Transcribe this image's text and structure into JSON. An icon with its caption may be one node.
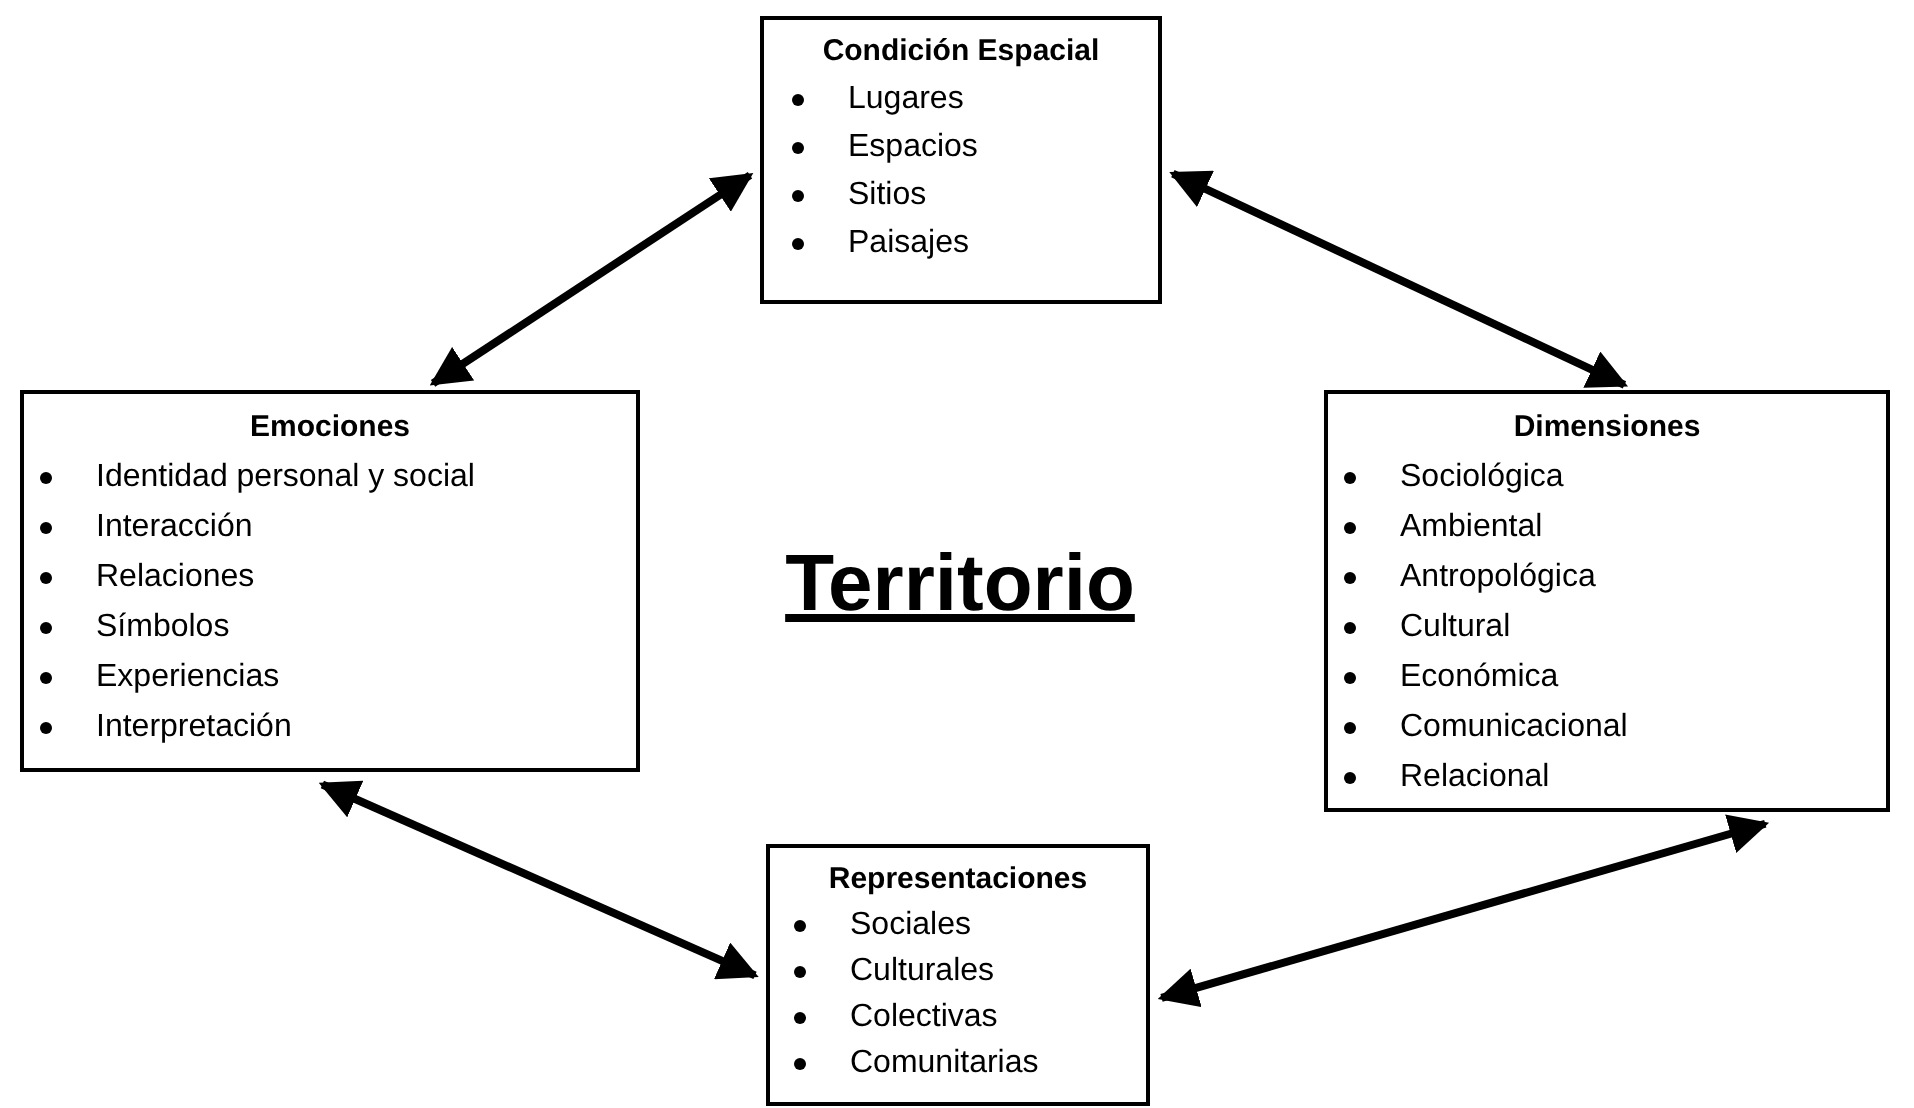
{
  "diagram": {
    "nodes": [
      {
        "text": [
          "Condición Espacial",
          "Lugares",
          "Espacios",
          "Sitios",
          "Paisajes"
        ]
      },
      {
        "text": [
          "Emociones",
          "Identidad personal y social",
          "Interacción",
          "Relaciones",
          "Símbolos",
          "Experiencias",
          "Interpretación"
        ]
      },
      {
        "text": [
          "Dimensiones",
          "Sociológica",
          "Ambiental",
          "Antropológica",
          "Cultural",
          "Económica",
          "Comunicacional",
          "Relacional"
        ]
      },
      {
        "text": [
          "Representaciones",
          "Sociales",
          "Culturales",
          "Colectivas",
          "Comunitarias"
        ]
      }
    ],
    "edges": [
      {
        "from": 1,
        "to": 0,
        "arrow": "both"
      },
      {
        "from": 0,
        "to": 2,
        "arrow": "both"
      },
      {
        "from": 1,
        "to": 3,
        "arrow": "both"
      },
      {
        "from": 3,
        "to": 2,
        "arrow": "both"
      }
    ],
    "labels": [
      "Territorio"
    ]
  }
}
